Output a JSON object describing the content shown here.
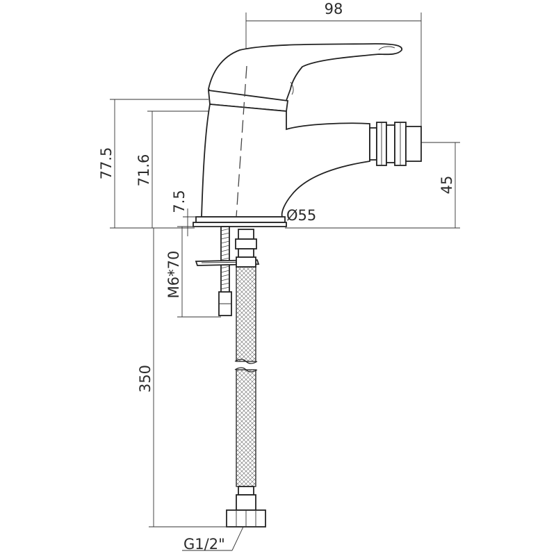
{
  "dimensions": {
    "width_top": "98",
    "height_total": "77.5",
    "height_spout": "71.6",
    "base_thickness": "7.5",
    "outlet_height": "45",
    "base_diameter": "Ø55",
    "stud": "M6*70",
    "hose_length": "350",
    "hose_thread": "G1/2\""
  }
}
